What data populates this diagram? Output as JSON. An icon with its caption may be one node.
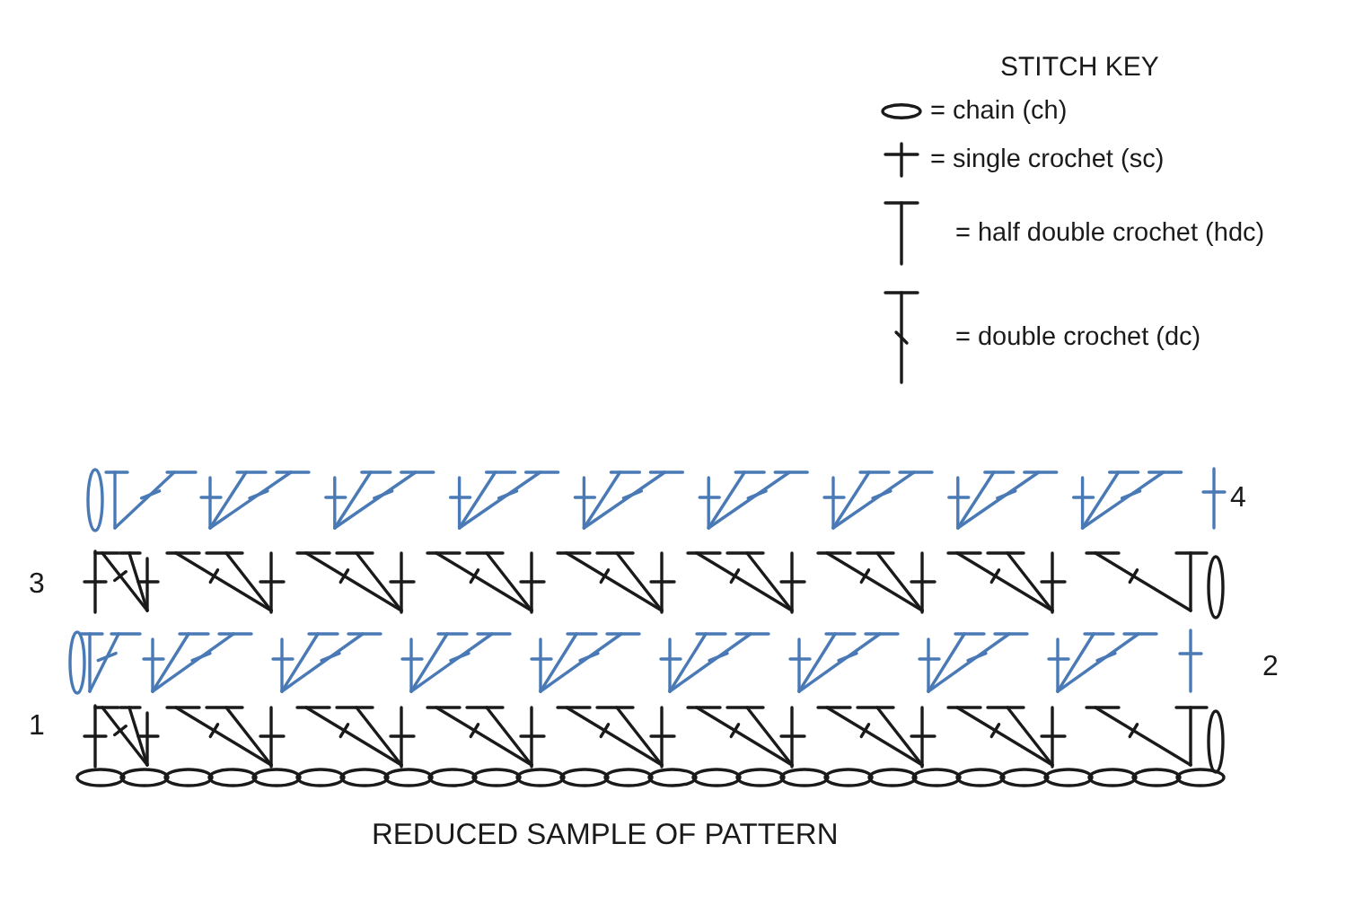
{
  "diagram": {
    "caption": "REDUCED SAMPLE OF PATTERN",
    "labels": [
      "STITCH KEY",
      "4",
      "3",
      "2",
      "1"
    ],
    "legend": [
      {
        "text": "= chain (ch)"
      },
      {
        "text": "= single crochet (sc)"
      },
      {
        "text": "= half double crochet (hdc)"
      },
      {
        "text": "= double crochet (dc)"
      }
    ]
  }
}
